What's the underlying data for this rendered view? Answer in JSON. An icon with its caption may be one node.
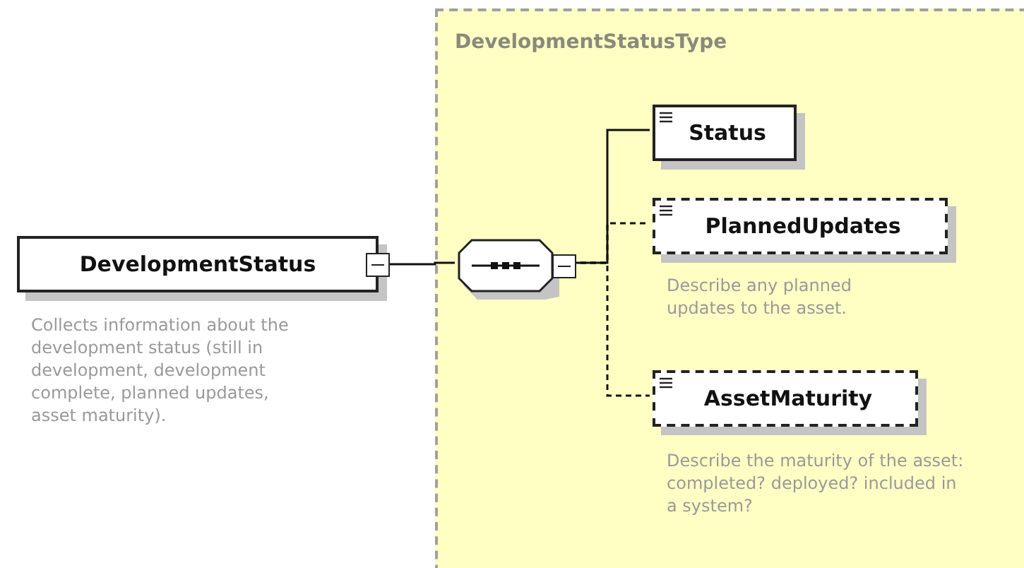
{
  "diagram": {
    "nodes": [
      {
        "text": [
          "DevelopmentStatus"
        ],
        "beside": [
          "Collects information about the development status (still in development, development complete, planned updates, asset maturity)."
        ]
      },
      {
        "text": [
          "DevelopmentStatusType"
        ]
      },
      {
        "text": [],
        "shape": "octagon",
        "in": 1
      },
      {
        "text": [
          "Status"
        ],
        "in": 1
      },
      {
        "text": [
          "PlannedUpdates"
        ],
        "in": 1,
        "beside": [
          "Describe any planned updates to the asset."
        ]
      },
      {
        "text": [
          "AssetMaturity"
        ],
        "in": 1,
        "beside": [
          "Describe the maturity of the asset: completed? deployed? included in a system?"
        ]
      }
    ],
    "edges": [
      {
        "from": 0,
        "to": 2,
        "arrow": "none"
      },
      {
        "from": 2,
        "to": 3,
        "arrow": "none"
      },
      {
        "from": 2,
        "to": 4,
        "arrow": "none",
        "style": "dashed"
      },
      {
        "from": 2,
        "to": 5,
        "arrow": "none",
        "style": "dashed"
      }
    ]
  }
}
